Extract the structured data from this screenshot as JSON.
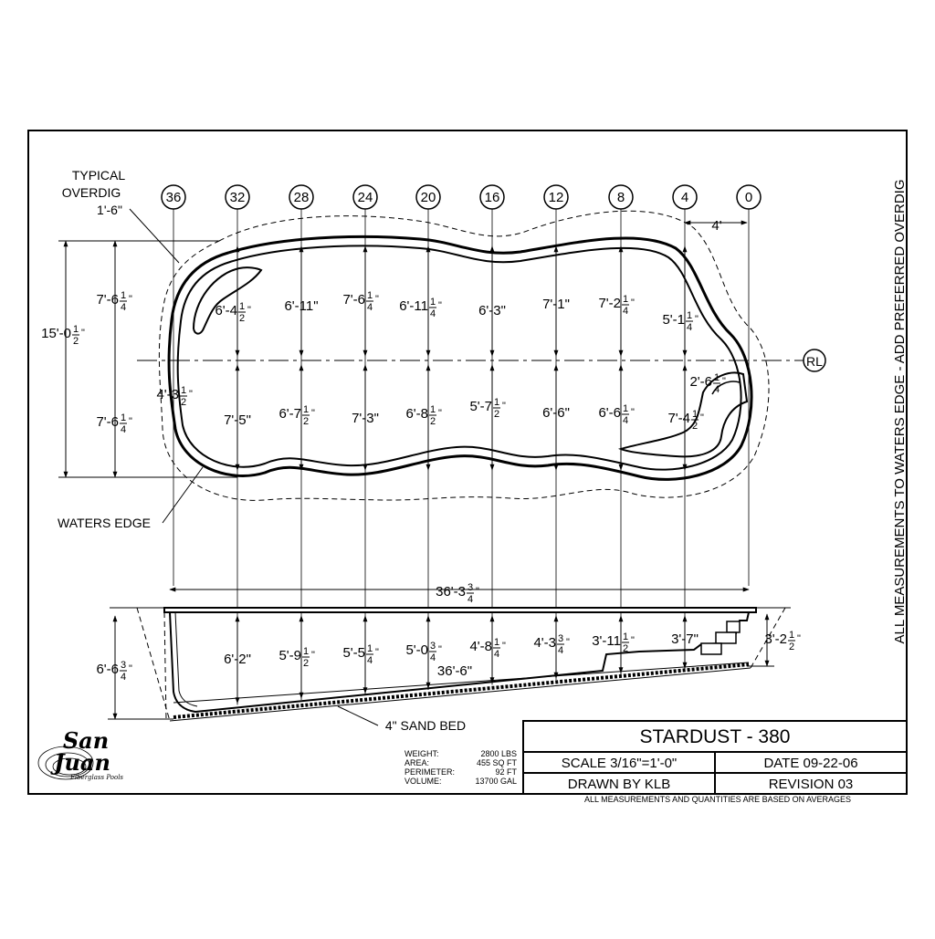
{
  "stations": [
    "36",
    "32",
    "28",
    "24",
    "20",
    "16",
    "12",
    "8",
    "4",
    "0"
  ],
  "centerline_mark": "RL",
  "offset_dim": "4'",
  "labels": {
    "typical_overdig_line1": "TYPICAL",
    "typical_overdig_line2": "OVERDIG",
    "typical_overdig_value": "1'-6\"",
    "waters_edge": "WATERS EDGE",
    "sand_bed": "4\" SAND BED",
    "side_note": "ALL MEASUREMENTS TO WATERS EDGE - ADD PREFERRED OVERDIG"
  },
  "plan": {
    "overall_width": {
      "w": "15'-0",
      "n": "1",
      "d": "2",
      "s": "\""
    },
    "half_top": {
      "w": "7'-6",
      "n": "1",
      "d": "4",
      "s": "\""
    },
    "half_bottom": {
      "w": "7'-6",
      "n": "1",
      "d": "4",
      "s": "\""
    },
    "top_row": [
      {
        "w": "6'-4",
        "n": "1",
        "d": "2",
        "s": "\""
      },
      {
        "w": "6'-11\"",
        "n": "",
        "d": "",
        "s": ""
      },
      {
        "w": "7'-6",
        "n": "1",
        "d": "4",
        "s": "\""
      },
      {
        "w": "6'-11",
        "n": "1",
        "d": "4",
        "s": "\""
      },
      {
        "w": "6'-3\"",
        "n": "",
        "d": "",
        "s": ""
      },
      {
        "w": "7'-1\"",
        "n": "",
        "d": "",
        "s": ""
      },
      {
        "w": "7'-2",
        "n": "1",
        "d": "4",
        "s": "\""
      },
      {
        "w": "5'-1",
        "n": "1",
        "d": "4",
        "s": "\""
      }
    ],
    "bottom_row": [
      {
        "w": "4'-3",
        "n": "1",
        "d": "2",
        "s": "\""
      },
      {
        "w": "7'-5\"",
        "n": "",
        "d": "",
        "s": ""
      },
      {
        "w": "6'-7",
        "n": "1",
        "d": "2",
        "s": "\""
      },
      {
        "w": "7'-3\"",
        "n": "",
        "d": "",
        "s": ""
      },
      {
        "w": "6'-8",
        "n": "1",
        "d": "2",
        "s": "\""
      },
      {
        "w": "5'-7",
        "n": "1",
        "d": "2",
        "s": "\""
      },
      {
        "w": "6'-6\"",
        "n": "",
        "d": "",
        "s": ""
      },
      {
        "w": "6'-6",
        "n": "1",
        "d": "4",
        "s": "\""
      },
      {
        "w": "7'-4",
        "n": "1",
        "d": "2",
        "s": "\""
      },
      {
        "w": "2'-6",
        "n": "1",
        "d": "4",
        "s": "\""
      }
    ]
  },
  "profile": {
    "overall_length": {
      "w": "36'-3",
      "n": "3",
      "d": "4",
      "s": "\""
    },
    "floor_length": "36'-6\"",
    "deep_depth": {
      "w": "6'-6",
      "n": "3",
      "d": "4",
      "s": "\""
    },
    "shallow_depth": {
      "w": "3'-2",
      "n": "1",
      "d": "2",
      "s": "\""
    },
    "depths": [
      {
        "w": "6'-2\"",
        "n": "",
        "d": "",
        "s": ""
      },
      {
        "w": "5'-9",
        "n": "1",
        "d": "2",
        "s": "\""
      },
      {
        "w": "5'-5",
        "n": "1",
        "d": "4",
        "s": "\""
      },
      {
        "w": "5'-0",
        "n": "3",
        "d": "4",
        "s": "\""
      },
      {
        "w": "4'-8",
        "n": "1",
        "d": "4",
        "s": "\""
      },
      {
        "w": "4'-3",
        "n": "3",
        "d": "4",
        "s": "\""
      },
      {
        "w": "3'-11",
        "n": "1",
        "d": "2",
        "s": "\""
      },
      {
        "w": "3'-7\"",
        "n": "",
        "d": "",
        "s": ""
      }
    ]
  },
  "specs": [
    {
      "label": "WEIGHT:",
      "value": "2800 LBS"
    },
    {
      "label": "AREA:",
      "value": "455 SQ FT"
    },
    {
      "label": "PERIMETER:",
      "value": "92 FT"
    },
    {
      "label": "VOLUME:",
      "value": "13700 GAL"
    }
  ],
  "logo": {
    "line1": "San",
    "line2": "Juan",
    "tagline": "Fiberglass Pools"
  },
  "title_block": {
    "title": "STARDUST - 380",
    "scale": "SCALE 3/16\"=1'-0\"",
    "date": "DATE 09-22-06",
    "drawn_by": "DRAWN BY KLB",
    "revision": "REVISION 03",
    "footnote": "ALL MEASUREMENTS AND QUANTITIES ARE BASED ON AVERAGES"
  }
}
